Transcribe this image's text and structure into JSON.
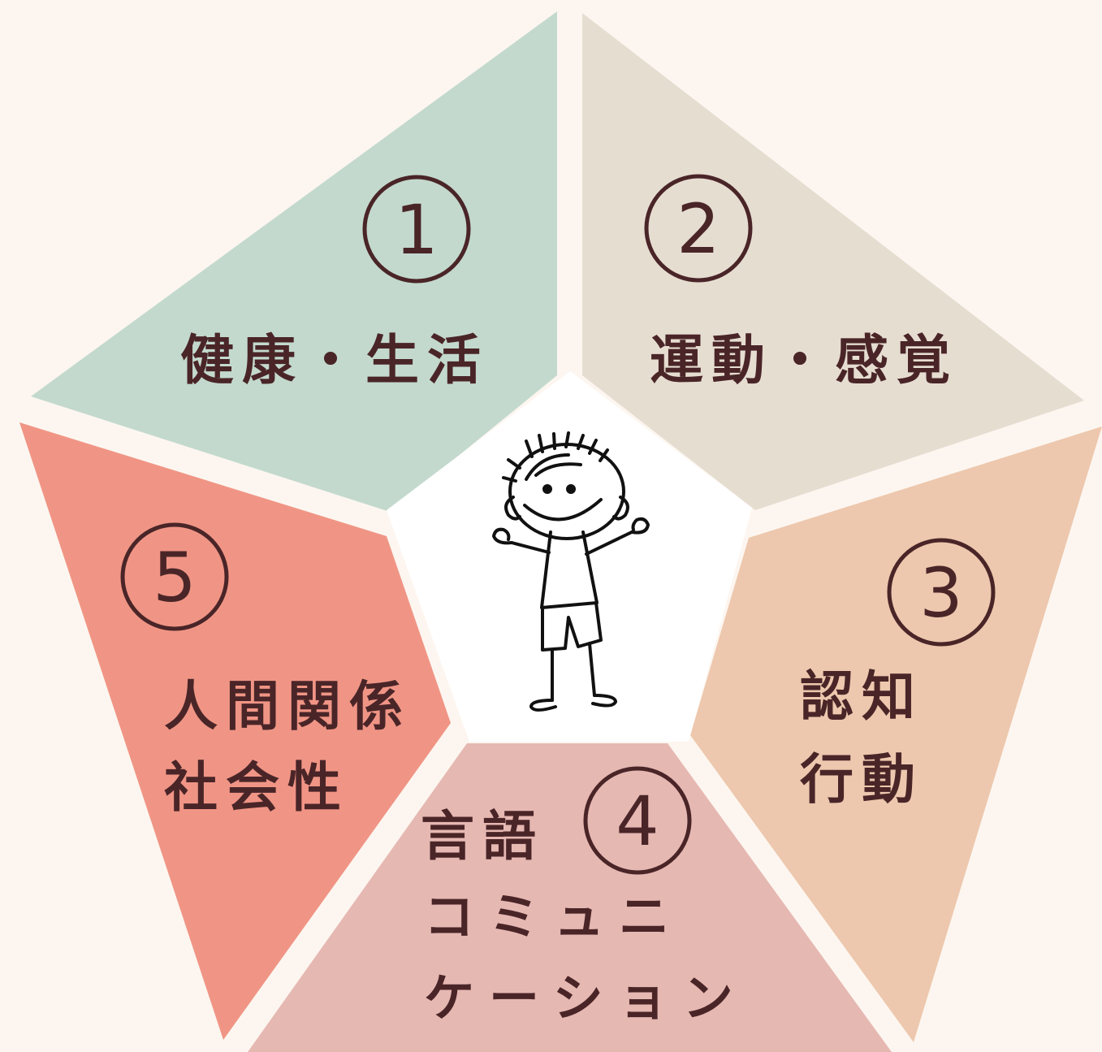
{
  "colors": {
    "background": "#fdf6f0",
    "text": "#4a2528",
    "center": "#ffffff",
    "segment_1": "#c3d9cd",
    "segment_2": "#e6ddd1",
    "segment_3": "#edc8ae",
    "segment_4": "#e6b8b2",
    "segment_5": "#f09585"
  },
  "center_icon": "stick-figure-child-icon",
  "segments": [
    {
      "number": "1",
      "label": "健康・生活"
    },
    {
      "number": "2",
      "label": "運動・感覚"
    },
    {
      "number": "3",
      "label_lines": [
        "認知",
        "行動"
      ]
    },
    {
      "number": "4",
      "label_lines": [
        "言語",
        "コミュニ",
        "ケーション"
      ]
    },
    {
      "number": "5",
      "label_lines": [
        "人間関係",
        "社会性"
      ]
    }
  ]
}
